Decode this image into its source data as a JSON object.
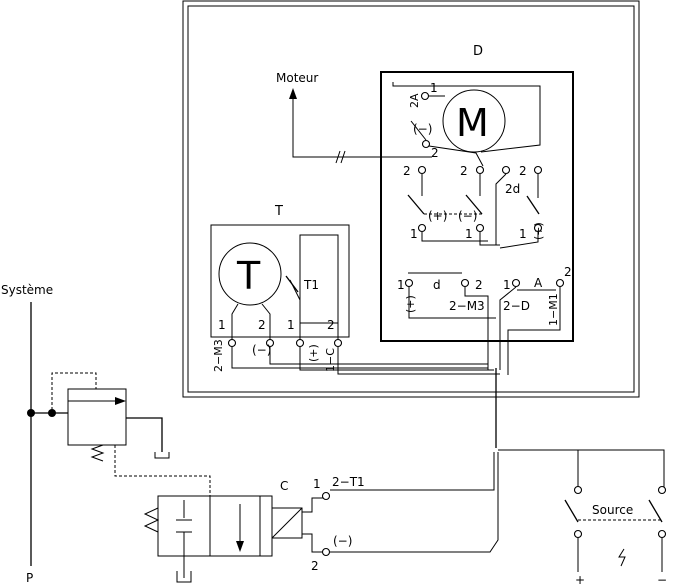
{
  "colors": {
    "ink": "#000000",
    "background": "#ffffff"
  },
  "labels": {
    "D": "D",
    "moteur": "Moteur",
    "M": "M",
    "m_2A": "2A",
    "m_1": "1",
    "m_minus": "(−)",
    "m_2": "2",
    "sw_left_2": "2",
    "sw_mid_2": "2",
    "sw_plus": "(+)",
    "sw_minus": "(−)",
    "sw_left_1": "1",
    "sw_mid_1": "1",
    "sw_right_2": "2",
    "sw_2d": "2d",
    "sw_right_1": "1",
    "sw_right_plus": "(+)",
    "row_1a": "1",
    "row_d": "d",
    "row_2a": "2",
    "row_1b": "1",
    "row_A": "A",
    "row_2b": "2",
    "row_plus": "(+)",
    "row_2M3": "2−M3",
    "row_2D": "2−D",
    "row_1M1": "1−M1",
    "T": "T",
    "T_big": "T",
    "T1": "T1",
    "t_1a": "1",
    "t_2a": "2",
    "t_1b": "1",
    "t_2b": "2",
    "t_2M3": "2−M3",
    "t_minus": "(−)",
    "t_plus": "(+)",
    "t_1C": "1−C",
    "systeme": "Système",
    "P": "P",
    "C": "C",
    "c_1": "1",
    "c_2T1": "2−T1",
    "c_minus": "(−)",
    "c_2": "2",
    "source": "Source",
    "plus": "+",
    "minus": "−"
  }
}
